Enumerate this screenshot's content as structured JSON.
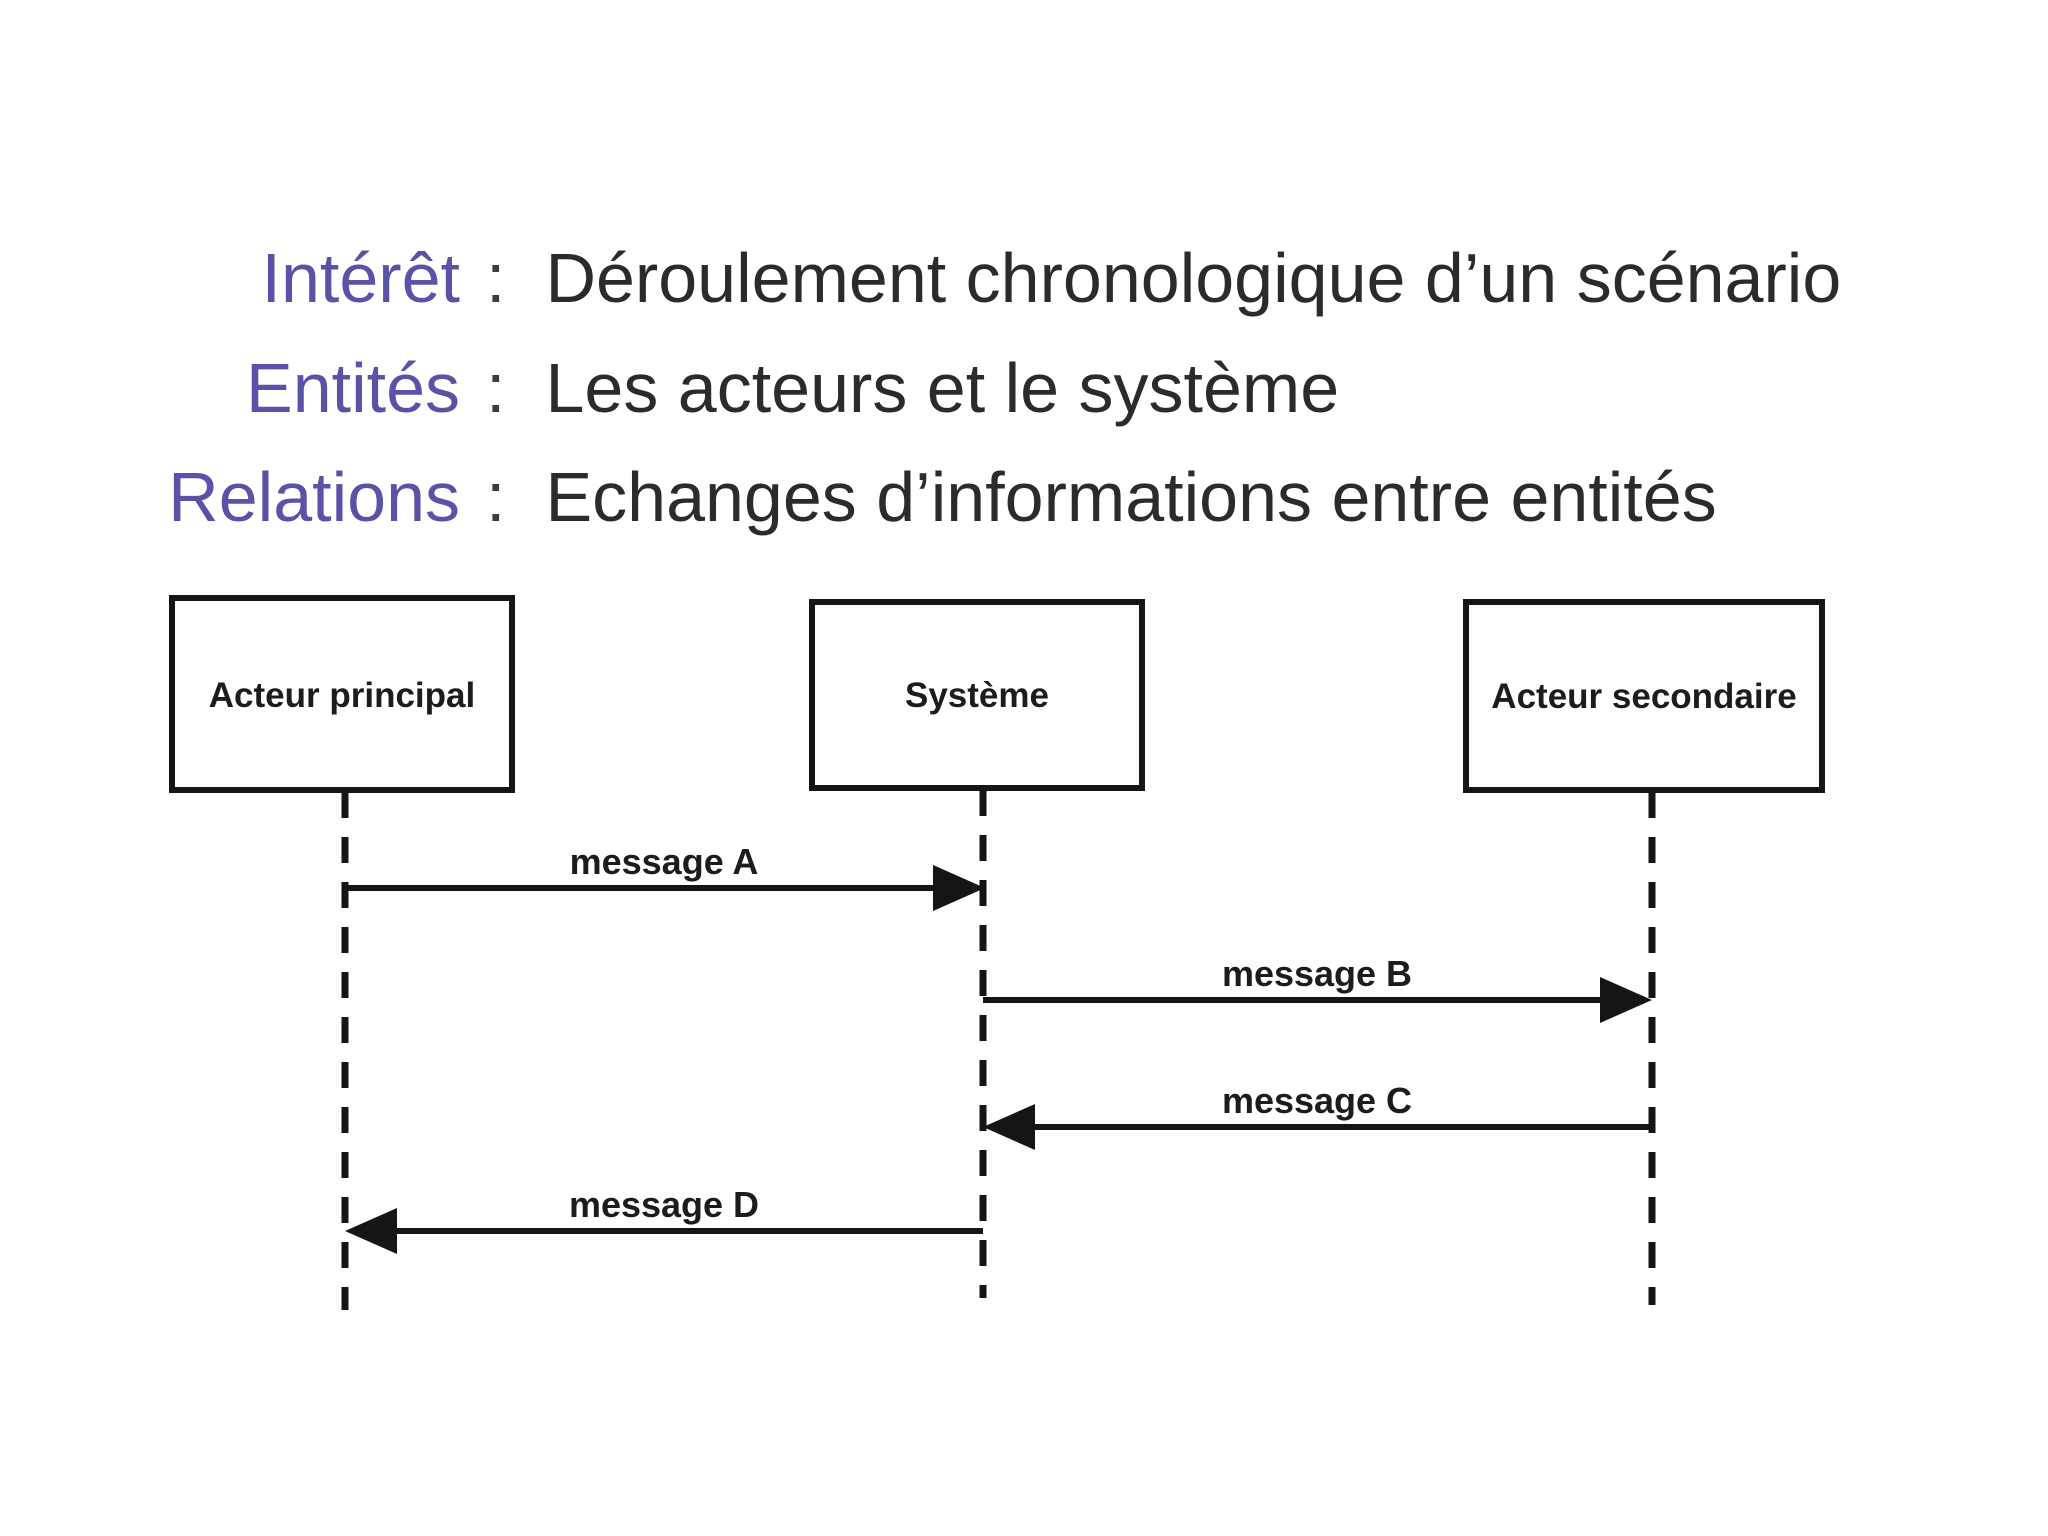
{
  "colors": {
    "term": "#5a52a7",
    "text": "#2b2b2b",
    "diagram": "#151515",
    "background": "#ffffff"
  },
  "definitions": {
    "colon": ":",
    "rows": [
      {
        "term": "Intérêt",
        "description": "Déroulement chronologique d’un scénario"
      },
      {
        "term": "Entités",
        "description": "Les acteurs et le système"
      },
      {
        "term": "Relations",
        "description": "Echanges d’informations entre entités"
      }
    ]
  },
  "diagram": {
    "type": "uml-sequence",
    "actors": [
      {
        "name": "Acteur principal"
      },
      {
        "name": "Système"
      },
      {
        "name": "Acteur secondaire"
      }
    ],
    "messages": [
      {
        "label": "message A",
        "from": "Acteur principal",
        "to": "Système",
        "direction": "right"
      },
      {
        "label": "message B",
        "from": "Système",
        "to": "Acteur secondaire",
        "direction": "right"
      },
      {
        "label": "message C",
        "from": "Acteur secondaire",
        "to": "Système",
        "direction": "left"
      },
      {
        "label": "message D",
        "from": "Système",
        "to": "Acteur principal",
        "direction": "left"
      }
    ]
  }
}
